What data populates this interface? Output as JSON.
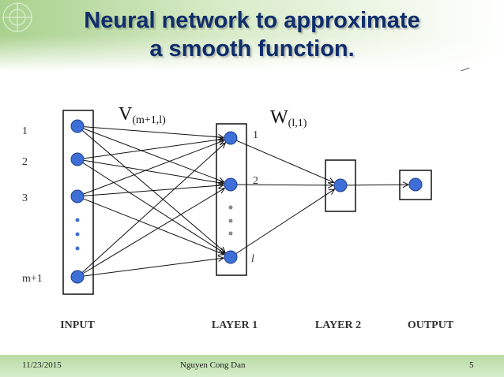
{
  "slide": {
    "title_line1": "Neural network to approximate",
    "title_line2": "a smooth function."
  },
  "diagram": {
    "weights_v_main": "V",
    "weights_v_sub": "(m+1,l)",
    "weights_w_main": "W",
    "weights_w_sub": "(l,1)",
    "input_labels": [
      "1",
      "2",
      "3",
      "m+1"
    ],
    "hidden_labels": [
      "1",
      "2",
      "l"
    ],
    "layer_captions": {
      "input": "INPUT",
      "layer1": "LAYER 1",
      "layer2": "LAYER 2",
      "output": "OUTPUT"
    },
    "node_color": "#3e6fd6",
    "edge_color": "#111111"
  },
  "footer": {
    "date": "11/23/2015",
    "author": "Nguyen Cong Dan",
    "page": "5"
  }
}
